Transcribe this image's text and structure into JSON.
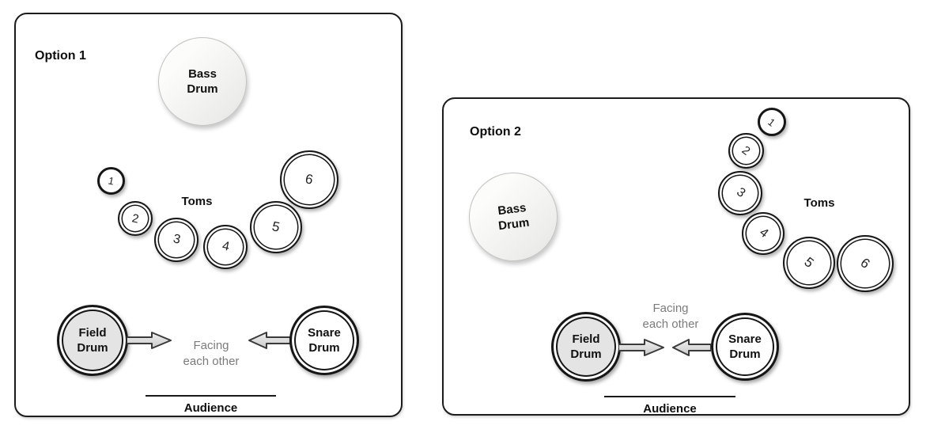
{
  "colors": {
    "ink": "#1c1c1c",
    "muted_text": "#7b7b7b",
    "field_drum_fill": "#e4e4e4",
    "arrow_fill_top": "#f0f0f0",
    "arrow_fill_bottom": "#c9c9c9"
  },
  "panels": [
    {
      "title": "Option 1",
      "bass_drum": {
        "line1": "Bass",
        "line2": "Drum"
      },
      "toms_label": "Toms",
      "toms": [
        "1",
        "2",
        "3",
        "4",
        "5",
        "6"
      ],
      "field_drum": {
        "line1": "Field",
        "line2": "Drum"
      },
      "snare_drum": {
        "line1": "Snare",
        "line2": "Drum"
      },
      "facing": {
        "line1": "Facing",
        "line2": "each other"
      },
      "audience_label": "Audience"
    },
    {
      "title": "Option 2",
      "bass_drum": {
        "line1": "Bass",
        "line2": "Drum"
      },
      "toms_label": "Toms",
      "toms": [
        "1",
        "2",
        "3",
        "4",
        "5",
        "6"
      ],
      "field_drum": {
        "line1": "Field",
        "line2": "Drum"
      },
      "snare_drum": {
        "line1": "Snare",
        "line2": "Drum"
      },
      "facing": {
        "line1": "Facing",
        "line2": "each other"
      },
      "audience_label": "Audience"
    }
  ]
}
